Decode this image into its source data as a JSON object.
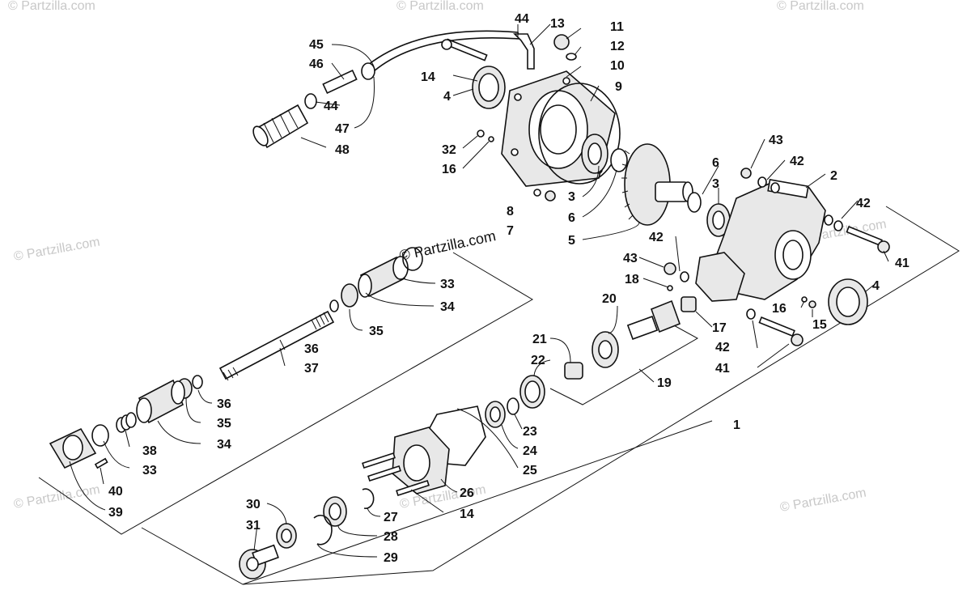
{
  "watermarks": {
    "top_left": "© Partzilla.com",
    "top_mid": "© Partzilla.com",
    "top_right": "© Partzilla.com",
    "mid_left": "© Partzilla.com",
    "mid_center": "© Partzilla.com",
    "mid_right": "© Partzilla.com",
    "low_left": "© Partzilla.com",
    "low_center": "© Partzilla.com",
    "low_right": "© Partzilla.com"
  },
  "callouts": [
    {
      "id": "c44a",
      "text": "44"
    },
    {
      "id": "c13",
      "text": "13"
    },
    {
      "id": "c11",
      "text": "11"
    },
    {
      "id": "c12",
      "text": "12"
    },
    {
      "id": "c10",
      "text": "10"
    },
    {
      "id": "c45",
      "text": "45"
    },
    {
      "id": "c46",
      "text": "46"
    },
    {
      "id": "c14a",
      "text": "14"
    },
    {
      "id": "c4a",
      "text": "4"
    },
    {
      "id": "c9",
      "text": "9"
    },
    {
      "id": "c44b",
      "text": "44"
    },
    {
      "id": "c47",
      "text": "47"
    },
    {
      "id": "c48",
      "text": "48"
    },
    {
      "id": "c32",
      "text": "32"
    },
    {
      "id": "c16a",
      "text": "16"
    },
    {
      "id": "c43a",
      "text": "43"
    },
    {
      "id": "c42a",
      "text": "42"
    },
    {
      "id": "c2",
      "text": "2"
    },
    {
      "id": "c6a",
      "text": "6"
    },
    {
      "id": "c3a",
      "text": "3"
    },
    {
      "id": "c3b",
      "text": "3"
    },
    {
      "id": "c6b",
      "text": "6"
    },
    {
      "id": "c5",
      "text": "5"
    },
    {
      "id": "c42b",
      "text": "42"
    },
    {
      "id": "c8",
      "text": "8"
    },
    {
      "id": "c7",
      "text": "7"
    },
    {
      "id": "c43b",
      "text": "43"
    },
    {
      "id": "c42c",
      "text": "42"
    },
    {
      "id": "c41a",
      "text": "41"
    },
    {
      "id": "c33a",
      "text": "33"
    },
    {
      "id": "c4b",
      "text": "4"
    },
    {
      "id": "c18",
      "text": "18"
    },
    {
      "id": "c34a",
      "text": "34"
    },
    {
      "id": "c20",
      "text": "20"
    },
    {
      "id": "c16b",
      "text": "16"
    },
    {
      "id": "c35a",
      "text": "35"
    },
    {
      "id": "c17",
      "text": "17"
    },
    {
      "id": "c15",
      "text": "15"
    },
    {
      "id": "c21",
      "text": "21"
    },
    {
      "id": "c42d",
      "text": "42"
    },
    {
      "id": "c36a",
      "text": "36"
    },
    {
      "id": "c22",
      "text": "22"
    },
    {
      "id": "c41b",
      "text": "41"
    },
    {
      "id": "c37",
      "text": "37"
    },
    {
      "id": "c19",
      "text": "19"
    },
    {
      "id": "c36b",
      "text": "36"
    },
    {
      "id": "c1",
      "text": "1"
    },
    {
      "id": "c35b",
      "text": "35"
    },
    {
      "id": "c23",
      "text": "23"
    },
    {
      "id": "c34b",
      "text": "34"
    },
    {
      "id": "c24",
      "text": "24"
    },
    {
      "id": "c38",
      "text": "38"
    },
    {
      "id": "c25",
      "text": "25"
    },
    {
      "id": "c33b",
      "text": "33"
    },
    {
      "id": "c40",
      "text": "40"
    },
    {
      "id": "c26",
      "text": "26"
    },
    {
      "id": "c39",
      "text": "39"
    },
    {
      "id": "c14b",
      "text": "14"
    },
    {
      "id": "c30",
      "text": "30"
    },
    {
      "id": "c27",
      "text": "27"
    },
    {
      "id": "c31",
      "text": "31"
    },
    {
      "id": "c28",
      "text": "28"
    },
    {
      "id": "c29",
      "text": "29"
    }
  ]
}
